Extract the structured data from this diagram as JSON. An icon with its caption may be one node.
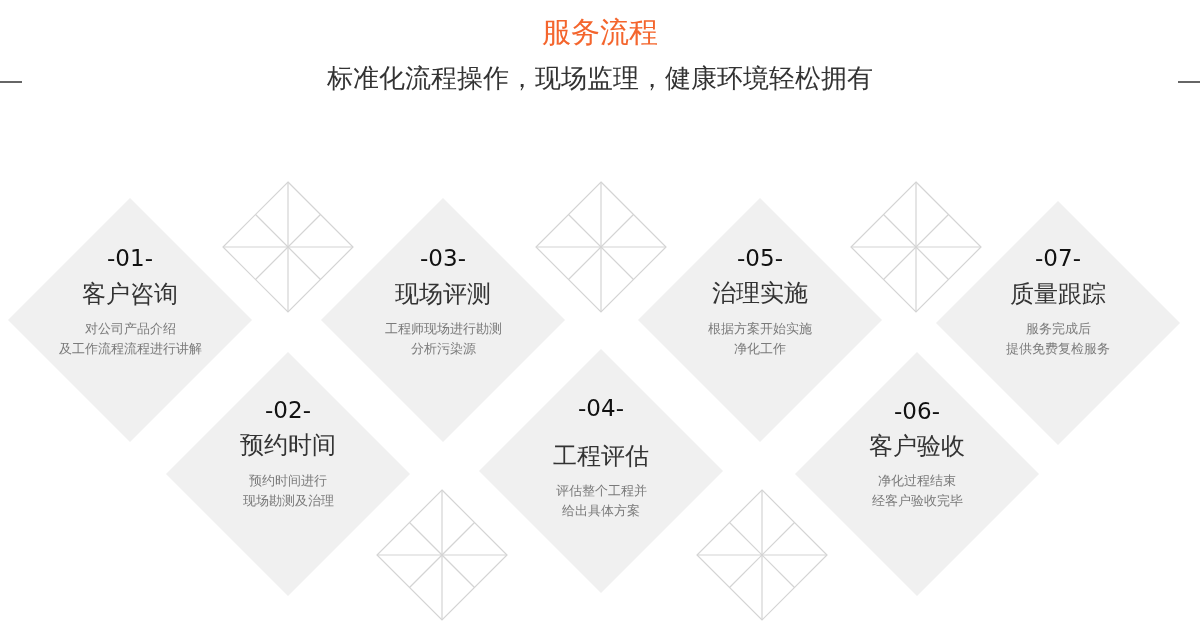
{
  "diagram": {
    "title": "服务流程",
    "nodes": [
      {
        "text": [
          "-01-",
          "客户咨询",
          "对公司产品介绍及工作流程流程进行讲解"
        ]
      },
      {
        "text": [
          "-02-",
          "预约时间",
          "预约时间进行现场勘测及治理"
        ]
      },
      {
        "text": [
          "-03-",
          "现场评测",
          "工程师现场进行勘测分析污染源"
        ]
      },
      {
        "text": [
          "-04-",
          "工程评估",
          "评估整个工程并给出具体方案"
        ]
      },
      {
        "text": [
          "-05-",
          "治理实施",
          "根据方案开始实施净化工作"
        ]
      },
      {
        "text": [
          "-06-",
          "客户验收",
          "净化过程结束经客户验收完毕"
        ]
      },
      {
        "text": [
          "-07-",
          "质量跟踪",
          "服务完成后提供免费复检服务"
        ]
      }
    ],
    "labels": [
      "标准化流程操作，现场监理，健康环境轻松拥有"
    ]
  }
}
